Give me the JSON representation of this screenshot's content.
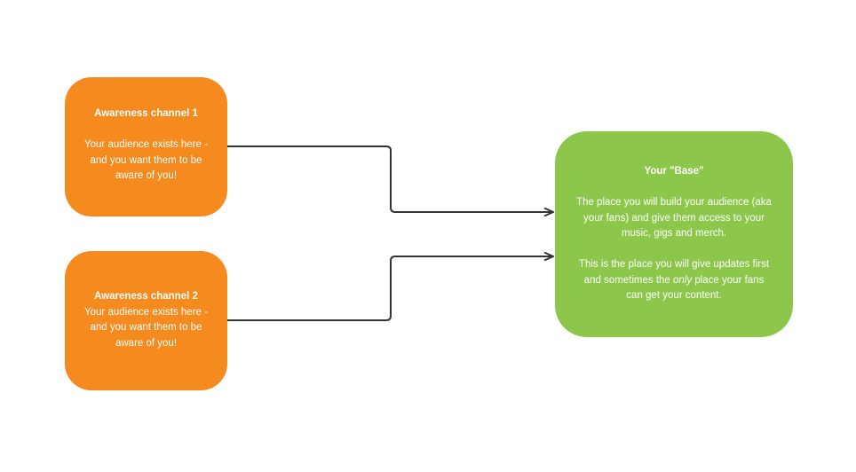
{
  "nodes": {
    "awareness_1": {
      "title": "Awareness channel 1",
      "lines": [
        "Your audience exists here -",
        "and you want them to be",
        "aware of you!"
      ],
      "color": "#f58a1f"
    },
    "awareness_2": {
      "title": "Awareness channel 2",
      "lines": [
        "Your audience exists here -",
        "and you want them to be",
        "aware of you!"
      ],
      "color": "#f58a1f"
    },
    "base": {
      "title": "Your \"Base\"",
      "para1_lines": [
        "The place you will build your audience (aka",
        "your fans) and give them access to your",
        "music, gigs and merch."
      ],
      "para2_line1": "This is the place you will give updates first",
      "para2_line2_before": "and sometimes the ",
      "para2_line2_emphasis": "only",
      "para2_line2_after": " place your fans",
      "para2_line3": "can get your content.",
      "color": "#8cc74c"
    }
  },
  "edges": [
    {
      "from": "Awareness channel 1",
      "to": "Your \"Base\""
    },
    {
      "from": "Awareness channel 2",
      "to": "Your \"Base\""
    }
  ],
  "colors": {
    "connector": "#333333"
  }
}
